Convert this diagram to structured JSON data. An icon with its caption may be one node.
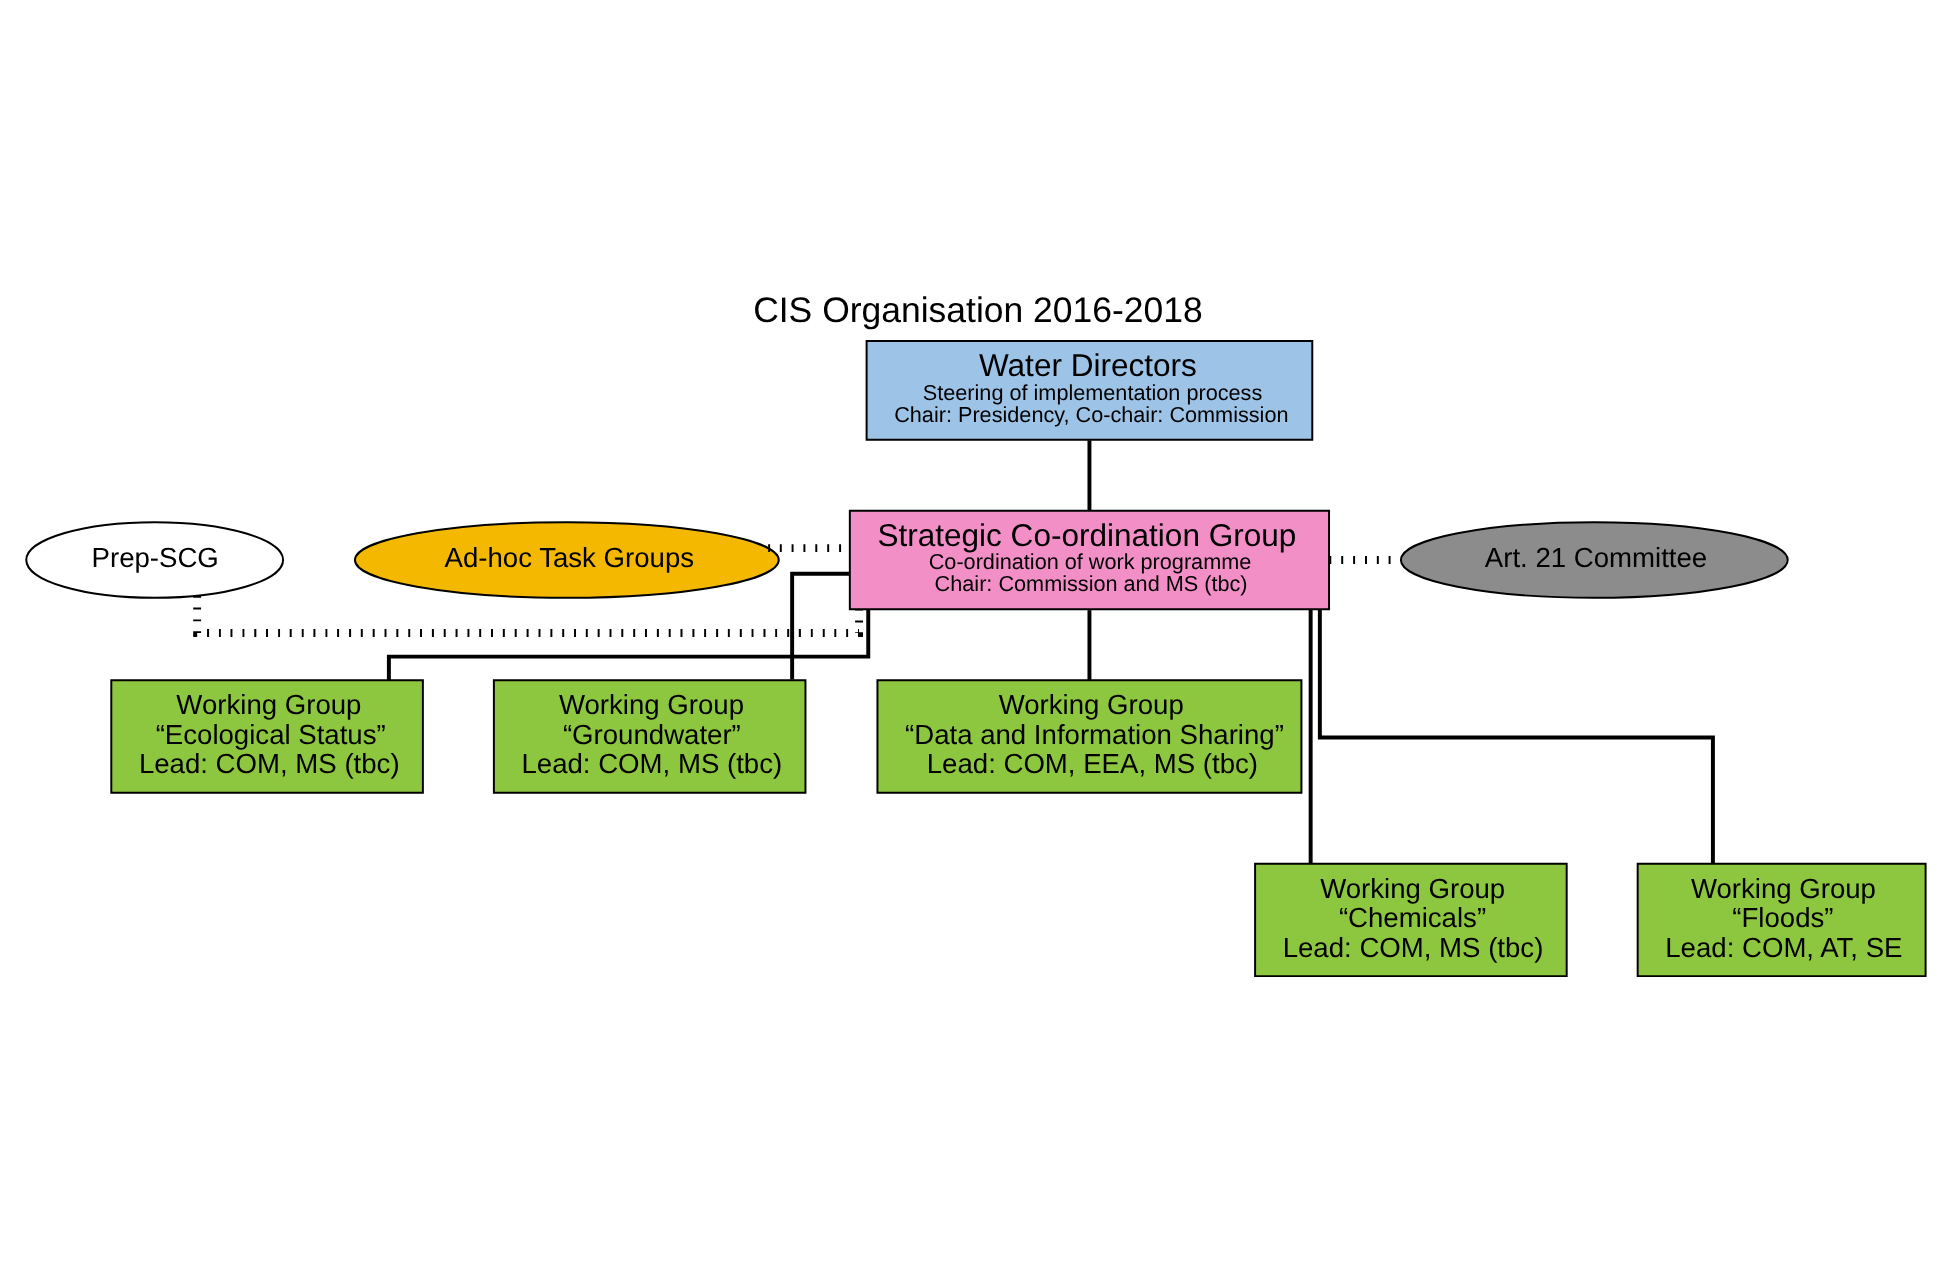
{
  "diagram": {
    "title": "CIS Organisation 2016-2018",
    "nodes": [
      {
        "text": [
          "Water Directors",
          "Steering of implementation process",
          "Chair: Presidency, Co-chair: Commission"
        ]
      },
      {
        "text": [
          "Prep-SCG"
        ]
      },
      {
        "text": [
          "Strategic Co-ordination Group",
          "Co-ordination of work programme",
          "Chair: Commission and MS (tbc)"
        ]
      },
      {
        "text": [
          "Ad-hoc Task Groups"
        ]
      },
      {
        "text": [
          "Art. 21 Committee"
        ]
      },
      {
        "text": [
          "Working Group",
          "“Ecological Status”",
          "Lead: COM, MS (tbc)"
        ]
      },
      {
        "text": [
          "Working Group",
          "“Groundwater”",
          "Lead: COM, MS (tbc)"
        ]
      },
      {
        "text": [
          "Working Group",
          "“Data and Information Sharing”",
          "Lead: COM, EEA, MS (tbc)"
        ]
      },
      {
        "text": [
          "Working Group",
          "“Chemicals”",
          "Lead: COM, MS (tbc)"
        ]
      },
      {
        "text": [
          "Working Group",
          "“Floods”",
          "Lead: COM, AT, SE"
        ]
      }
    ],
    "edges": [
      {
        "from": 0,
        "to": 2,
        "arrow": "none"
      },
      {
        "from": 1,
        "to": 2,
        "arrow": "none",
        "style": "dashed"
      },
      {
        "from": 3,
        "to": 2,
        "arrow": "none",
        "style": "dashed"
      },
      {
        "from": 2,
        "to": 4,
        "arrow": "none",
        "style": "dashed"
      },
      {
        "from": 2,
        "to": 5,
        "arrow": "none"
      },
      {
        "from": 2,
        "to": 8,
        "arrow": "none"
      },
      {
        "from": 2,
        "to": 6,
        "arrow": "none"
      },
      {
        "from": 2,
        "to": 9,
        "arrow": "none"
      },
      {
        "from": 2,
        "to": 7,
        "arrow": "none"
      }
    ]
  }
}
